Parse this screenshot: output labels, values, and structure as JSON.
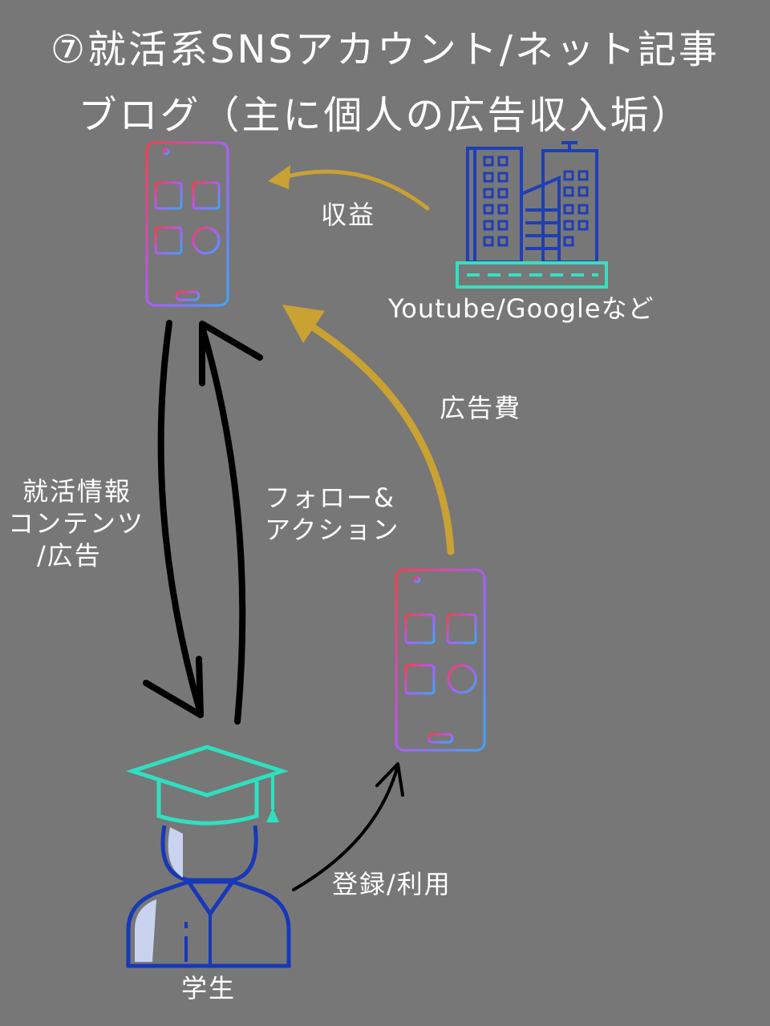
{
  "title": {
    "line1": "⑦就活系SNSアカウント/ネット記事",
    "line2": "ブログ（主に個人の広告収入垢）"
  },
  "labels": {
    "revenue": "収益",
    "company": "Youtube/Googleなど",
    "ad_cost": "広告費",
    "content_line1": "就活情報",
    "content_line2": "コンテンツ",
    "content_line3": "/広告",
    "follow_line1": "フォロー&",
    "follow_line2": "アクション",
    "register": "登録/利用",
    "student": "学生"
  },
  "colors": {
    "background": "#777777",
    "black_arrow": "#000000",
    "gold_arrow": "#c9a233",
    "building": "#1f3fb5",
    "road": "#35e0c0",
    "cap": "#2fe0c0",
    "student_body": "#1838b8"
  },
  "icons": {
    "phone_top": "smartphone-icon",
    "phone_right": "smartphone-icon",
    "company": "buildings-icon",
    "student": "graduate-student-icon"
  }
}
